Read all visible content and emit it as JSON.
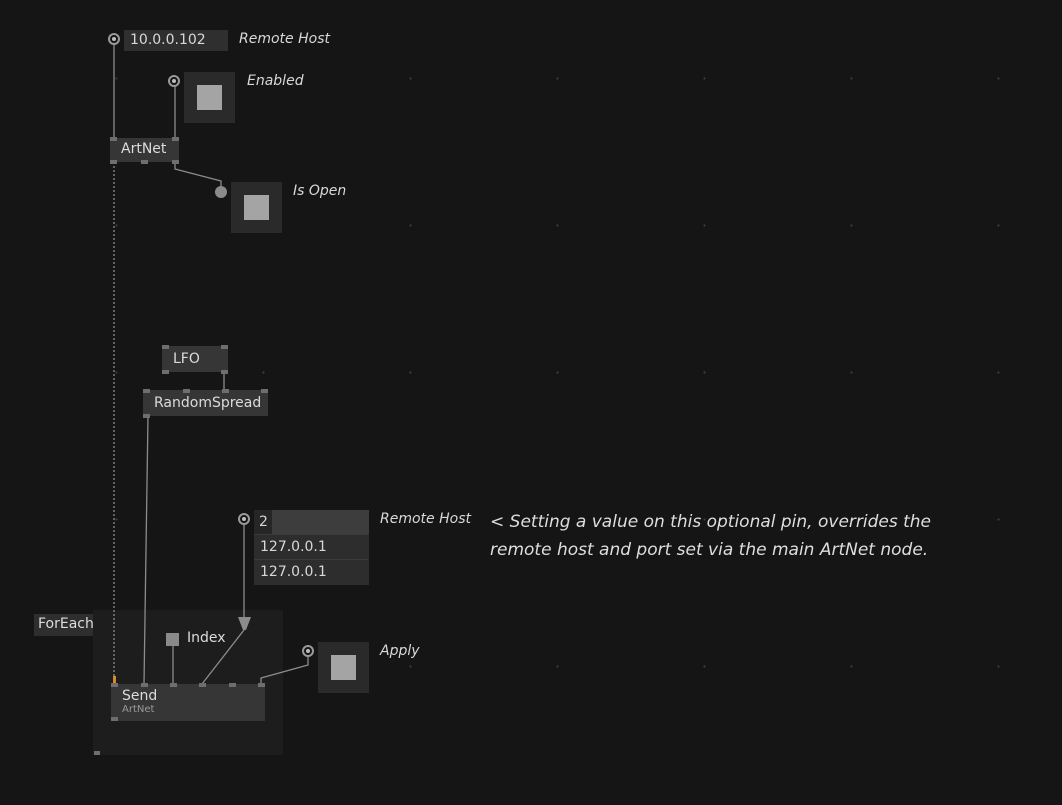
{
  "nodes": {
    "artnet": {
      "label": "ArtNet"
    },
    "lfo": {
      "label": "LFO"
    },
    "random_spread": {
      "label": "RandomSpread"
    },
    "send": {
      "label": "Send",
      "category": "ArtNet"
    },
    "foreach": {
      "label": "ForEach"
    },
    "index": {
      "label": "Index"
    }
  },
  "pads": {
    "remote_host_top": {
      "value": "10.0.0.102",
      "label": "Remote Host"
    },
    "enabled": {
      "label": "Enabled",
      "checked": true
    },
    "is_open": {
      "label": "Is Open",
      "checked": true
    },
    "remote_host_spread": {
      "count": "2",
      "label": "Remote Host",
      "items": [
        "127.0.0.1",
        "127.0.0.1"
      ]
    },
    "apply": {
      "label": "Apply",
      "checked": true
    }
  },
  "comment": {
    "line1": "< Setting a value on this optional pin, overrides the",
    "line2": "remote host and port set via the main ArtNet node."
  },
  "colors": {
    "background": "#151515",
    "node": "#363636",
    "wire": "#8c8c8c",
    "accent": "#d68a2a"
  }
}
